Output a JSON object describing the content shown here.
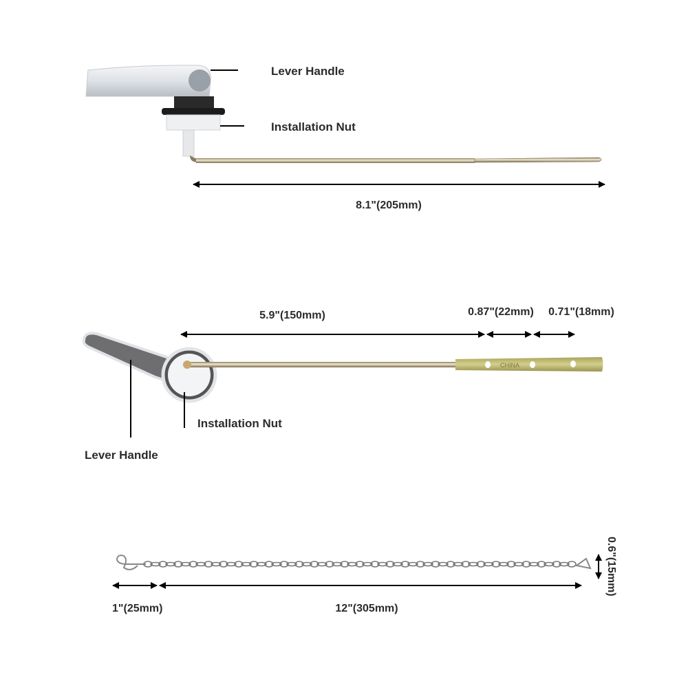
{
  "side_view": {
    "labels": {
      "lever_handle": "Lever Handle",
      "installation_nut": "Installation Nut"
    },
    "dimensions": {
      "overall_length": "8.1\"(205mm)"
    }
  },
  "top_view": {
    "labels": {
      "lever_handle": "Lever Handle",
      "installation_nut": "Installation Nut"
    },
    "dimensions": {
      "rod_length": "5.9\"(150mm)",
      "hole_spacing_1": "0.87\"(22mm)",
      "hole_spacing_2": "0.71\"(18mm)"
    },
    "stamp": "CHINA"
  },
  "chain": {
    "dimensions": {
      "hook_length": "1\"(25mm)",
      "chain_length": "12\"(305mm)",
      "chain_height": "0.6\"(15mm)"
    }
  },
  "colors": {
    "chrome": "#c9cdd2",
    "brass": "#b9b56a",
    "text": "#2b2b2b",
    "rubber": "#1c1c1c"
  }
}
